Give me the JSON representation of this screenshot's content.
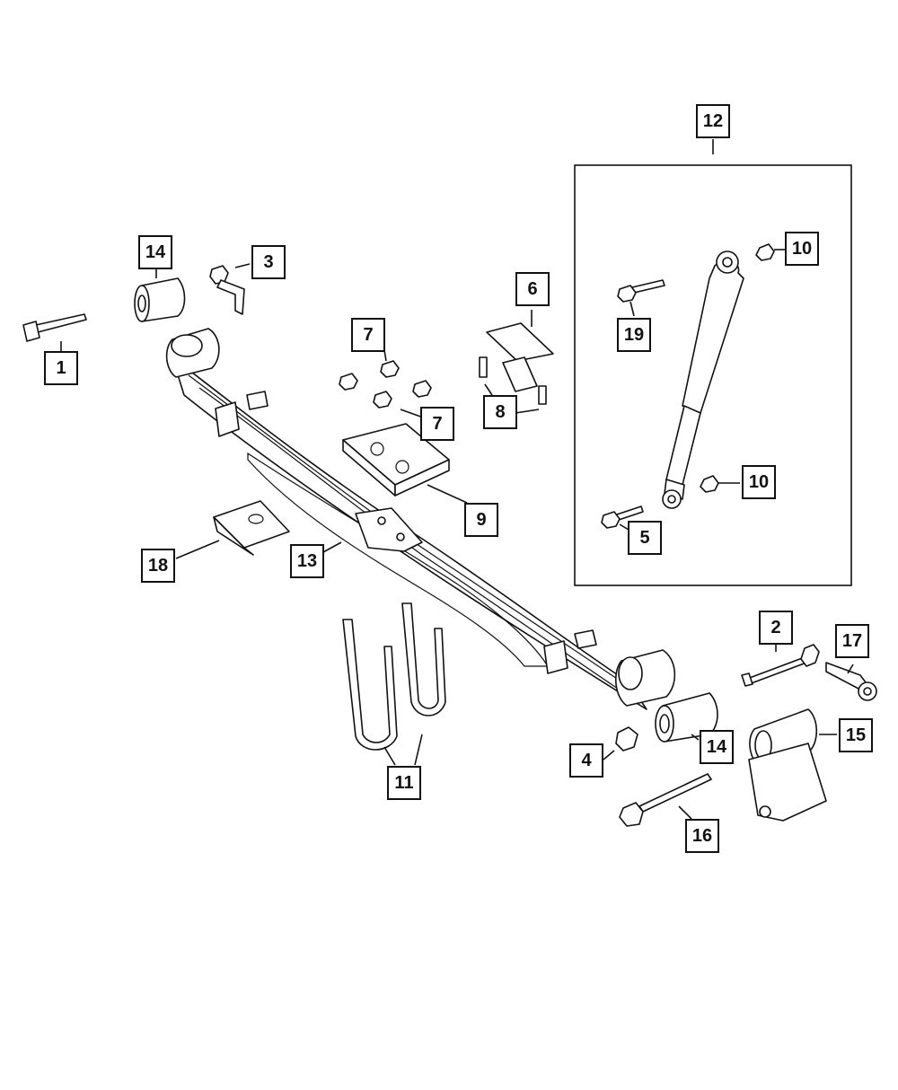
{
  "callouts": [
    {
      "id": "c1",
      "label": "1"
    },
    {
      "id": "c2",
      "label": "2"
    },
    {
      "id": "c3",
      "label": "3"
    },
    {
      "id": "c4",
      "label": "4"
    },
    {
      "id": "c5",
      "label": "5"
    },
    {
      "id": "c6",
      "label": "6"
    },
    {
      "id": "c7a",
      "label": "7"
    },
    {
      "id": "c7b",
      "label": "7"
    },
    {
      "id": "c8",
      "label": "8"
    },
    {
      "id": "c9",
      "label": "9"
    },
    {
      "id": "c10a",
      "label": "10"
    },
    {
      "id": "c10b",
      "label": "10"
    },
    {
      "id": "c11",
      "label": "11"
    },
    {
      "id": "c12",
      "label": "12"
    },
    {
      "id": "c13",
      "label": "13"
    },
    {
      "id": "c14a",
      "label": "14"
    },
    {
      "id": "c14b",
      "label": "14"
    },
    {
      "id": "c15",
      "label": "15"
    },
    {
      "id": "c16",
      "label": "16"
    },
    {
      "id": "c17",
      "label": "17"
    },
    {
      "id": "c18",
      "label": "18"
    },
    {
      "id": "c19",
      "label": "19"
    }
  ]
}
